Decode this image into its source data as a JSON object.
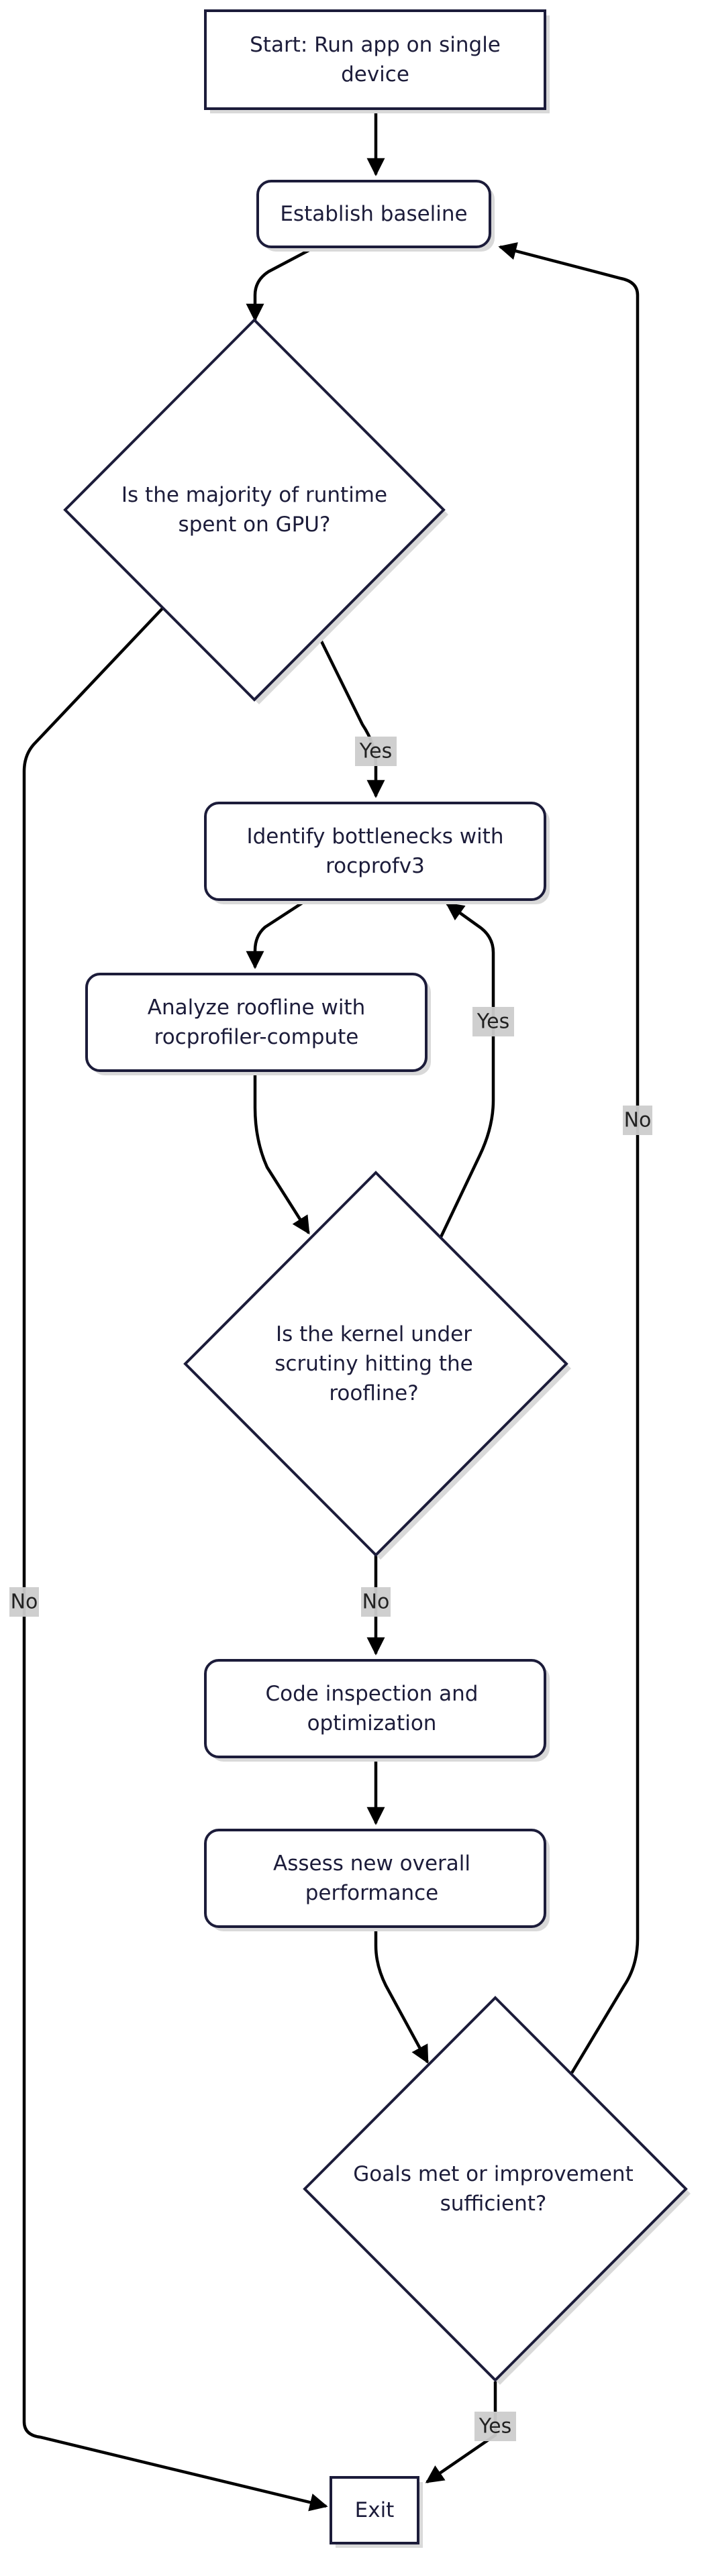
{
  "colors": {
    "node_fill": "#ffffff",
    "node_stroke": "#1c1c3a",
    "node_shadow": "#d9d9d9",
    "edge_stroke": "#000000",
    "label_bg": "#cccccc",
    "text": "#1c1c3a"
  },
  "nodes": {
    "start": [
      "Start: Run app on single",
      "device"
    ],
    "baseline": [
      "Establish baseline"
    ],
    "gpu_decision": [
      "Is the majority of runtime",
      "spent on GPU?"
    ],
    "bottlenecks": [
      "Identify bottlenecks with",
      "rocprofv3"
    ],
    "roofline": [
      "Analyze roofline with",
      "rocprofiler-compute"
    ],
    "kernel_decision": [
      "Is the kernel under",
      "scrutiny hitting the",
      "roofline?"
    ],
    "code_inspection": [
      "Code inspection and",
      "optimization"
    ],
    "assess": [
      "Assess new overall",
      "performance"
    ],
    "goals_decision": [
      "Goals met or improvement",
      "sufficient?"
    ],
    "exit": [
      "Exit"
    ]
  },
  "edge_labels": {
    "gpu_yes": "Yes",
    "gpu_no": "No",
    "kernel_yes": "Yes",
    "kernel_no": "No",
    "goals_no": "No",
    "goals_yes": "Yes"
  }
}
